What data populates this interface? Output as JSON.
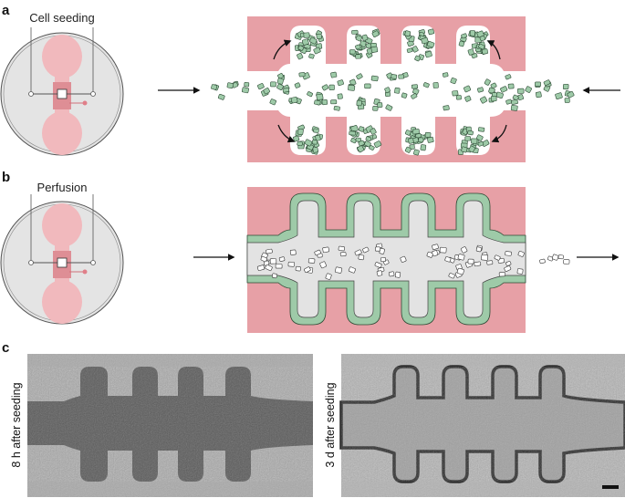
{
  "panels": {
    "a": {
      "letter": "a",
      "caption": "Cell seeding"
    },
    "b": {
      "letter": "b",
      "caption": "Perfusion"
    },
    "c": {
      "letter": "c",
      "left_label": "8 h after seeding",
      "right_label": "3 d after seeding"
    }
  },
  "colors": {
    "tissue": "#e7a0a6",
    "tissue_light": "#f3c3c7",
    "device_disc": "#e5e5e5",
    "lumen": "#e3e3e3",
    "cell_fill": "#9ecaa8",
    "cell_stroke": "#2c4a34",
    "photo_bg": "#a8a8a8",
    "photo_dark": "#3c3c3c"
  },
  "icons": [
    "arrow-right-icon",
    "arrow-left-icon",
    "curved-arrow-icon",
    "scale-bar-icon"
  ]
}
